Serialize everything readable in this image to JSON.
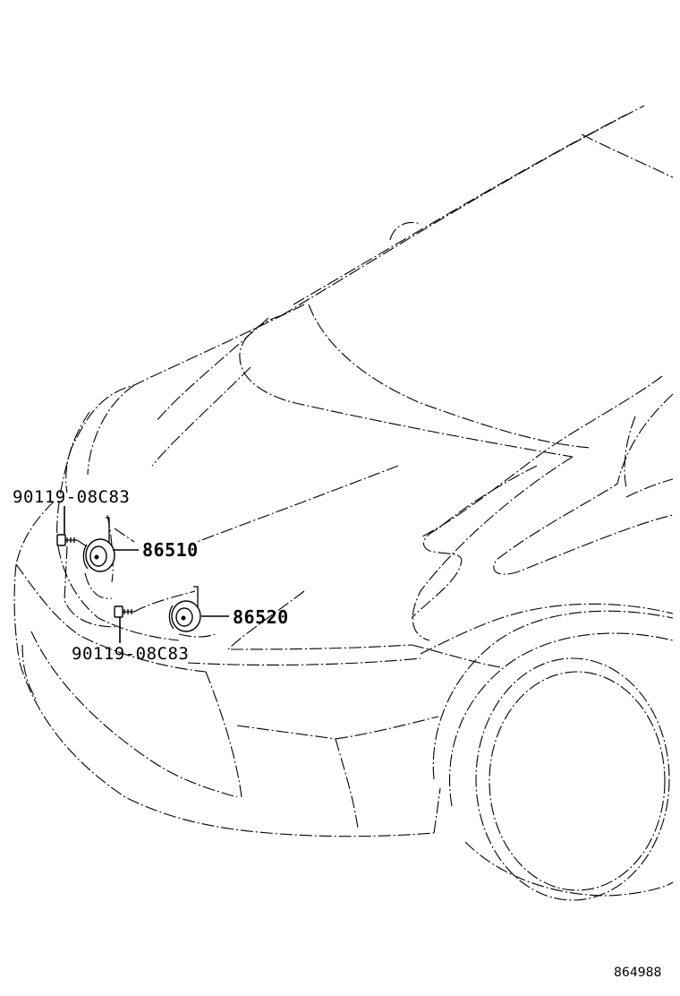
{
  "diagram": {
    "callouts": {
      "bolt_upper": "90119-08C83",
      "horn_high": "86510",
      "horn_low": "86520",
      "bolt_lower": "90119-08C83"
    },
    "diagram_id": "864988"
  }
}
